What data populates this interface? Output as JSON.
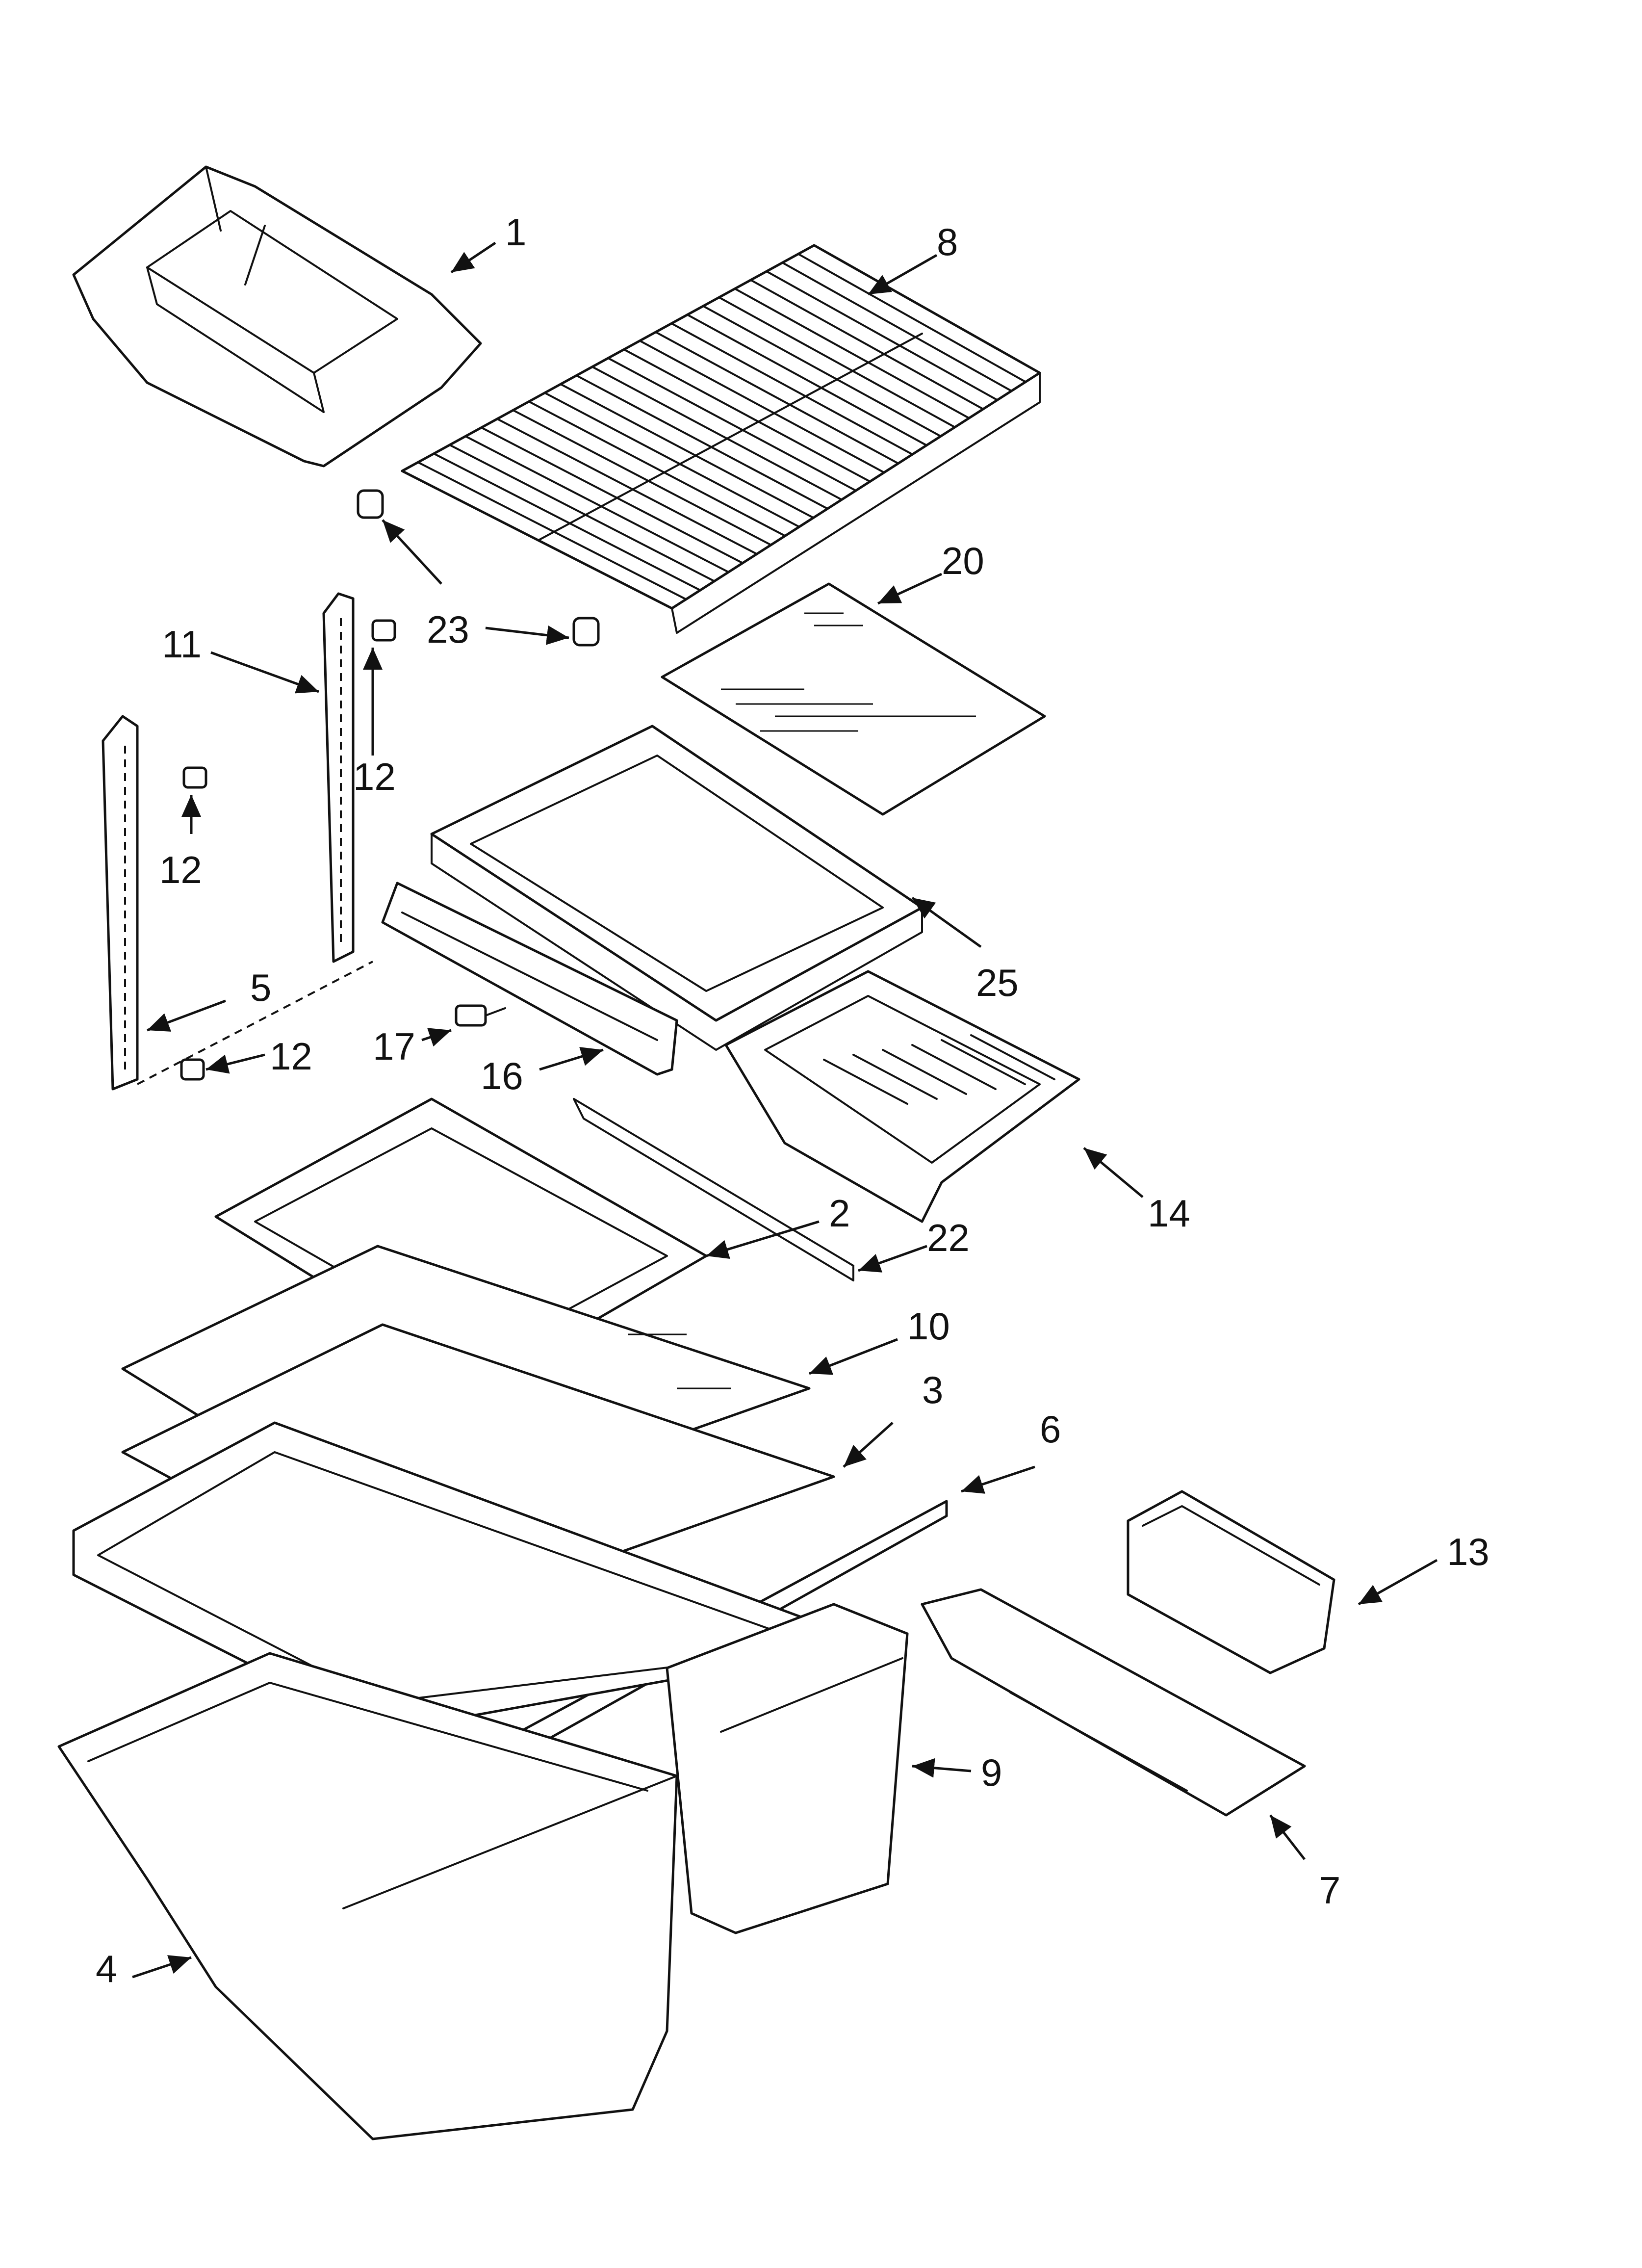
{
  "callouts": [
    {
      "id": "1",
      "text": "1"
    },
    {
      "id": "2",
      "text": "2"
    },
    {
      "id": "3",
      "text": "3"
    },
    {
      "id": "4",
      "text": "4"
    },
    {
      "id": "5",
      "text": "5"
    },
    {
      "id": "6",
      "text": "6"
    },
    {
      "id": "7",
      "text": "7"
    },
    {
      "id": "8",
      "text": "8"
    },
    {
      "id": "9",
      "text": "9"
    },
    {
      "id": "10",
      "text": "10"
    },
    {
      "id": "11",
      "text": "11"
    },
    {
      "id": "12a",
      "text": "12"
    },
    {
      "id": "12b",
      "text": "12"
    },
    {
      "id": "12c",
      "text": "12"
    },
    {
      "id": "13",
      "text": "13"
    },
    {
      "id": "14",
      "text": "14"
    },
    {
      "id": "16",
      "text": "16"
    },
    {
      "id": "17",
      "text": "17"
    },
    {
      "id": "20",
      "text": "20"
    },
    {
      "id": "22",
      "text": "22"
    },
    {
      "id": "23",
      "text": "23"
    },
    {
      "id": "25",
      "text": "25"
    }
  ],
  "colors": {
    "line": "#111111",
    "background": "#ffffff"
  }
}
